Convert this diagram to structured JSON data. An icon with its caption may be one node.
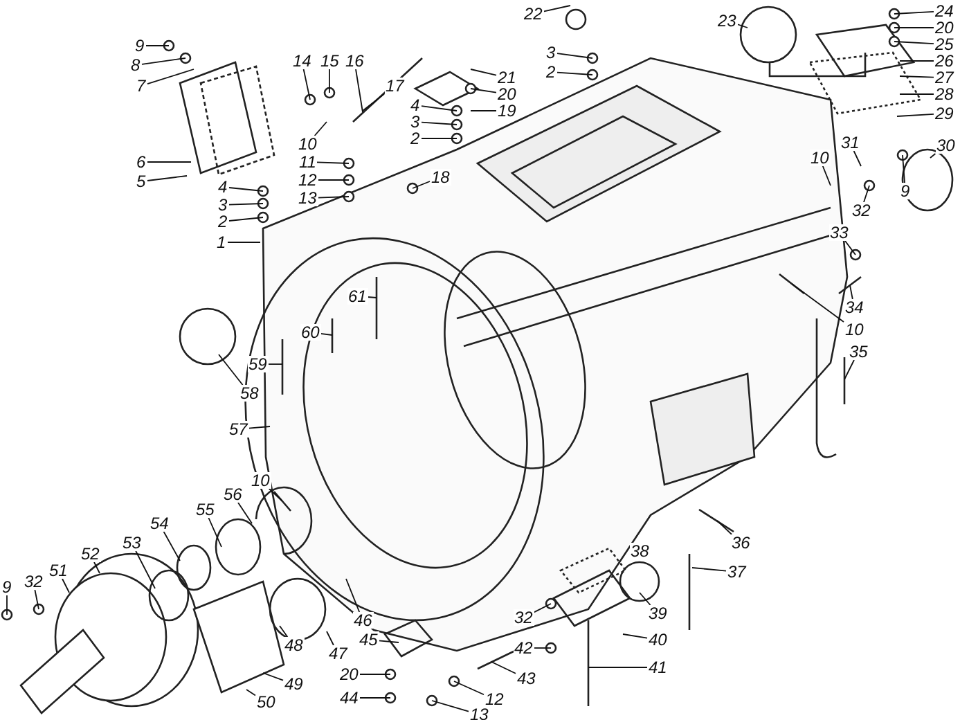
{
  "diagram": {
    "nodes": [
      {
        "text": [
          "9"
        ]
      },
      {
        "text": [
          "8"
        ]
      },
      {
        "text": [
          "7"
        ]
      },
      {
        "text": [
          "6"
        ]
      },
      {
        "text": [
          "5"
        ]
      },
      {
        "text": [
          "14"
        ]
      },
      {
        "text": [
          "15"
        ]
      },
      {
        "text": [
          "16"
        ]
      },
      {
        "text": [
          "10"
        ]
      },
      {
        "text": [
          "11"
        ]
      },
      {
        "text": [
          "12"
        ]
      },
      {
        "text": [
          "13"
        ]
      },
      {
        "text": [
          "4"
        ]
      },
      {
        "text": [
          "3"
        ]
      },
      {
        "text": [
          "2"
        ]
      },
      {
        "text": [
          "1"
        ]
      },
      {
        "text": [
          "17"
        ]
      },
      {
        "text": [
          "4"
        ]
      },
      {
        "text": [
          "3"
        ]
      },
      {
        "text": [
          "2"
        ]
      },
      {
        "text": [
          "18"
        ]
      },
      {
        "text": [
          "22"
        ]
      },
      {
        "text": [
          "3"
        ]
      },
      {
        "text": [
          "2"
        ]
      },
      {
        "text": [
          "21"
        ]
      },
      {
        "text": [
          "20"
        ]
      },
      {
        "text": [
          "19"
        ]
      },
      {
        "text": [
          "23"
        ]
      },
      {
        "text": [
          "24"
        ]
      },
      {
        "text": [
          "20"
        ]
      },
      {
        "text": [
          "25"
        ]
      },
      {
        "text": [
          "26"
        ]
      },
      {
        "text": [
          "27"
        ]
      },
      {
        "text": [
          "28"
        ]
      },
      {
        "text": [
          "29"
        ]
      },
      {
        "text": [
          "31"
        ]
      },
      {
        "text": [
          "10"
        ]
      },
      {
        "text": [
          "9"
        ]
      },
      {
        "text": [
          "32"
        ]
      },
      {
        "text": [
          "30"
        ]
      },
      {
        "text": [
          "33"
        ]
      },
      {
        "text": [
          "34"
        ]
      },
      {
        "text": [
          "10"
        ]
      },
      {
        "text": [
          "35"
        ]
      },
      {
        "text": [
          "58"
        ]
      },
      {
        "text": [
          "59"
        ]
      },
      {
        "text": [
          "60"
        ]
      },
      {
        "text": [
          "61"
        ]
      },
      {
        "text": [
          "57"
        ]
      },
      {
        "text": [
          "10"
        ]
      },
      {
        "text": [
          "56"
        ]
      },
      {
        "text": [
          "55"
        ]
      },
      {
        "text": [
          "54"
        ]
      },
      {
        "text": [
          "53"
        ]
      },
      {
        "text": [
          "52"
        ]
      },
      {
        "text": [
          "51"
        ]
      },
      {
        "text": [
          "32"
        ]
      },
      {
        "text": [
          "9"
        ]
      },
      {
        "text": [
          "50"
        ]
      },
      {
        "text": [
          "49"
        ]
      },
      {
        "text": [
          "48"
        ]
      },
      {
        "text": [
          "47"
        ]
      },
      {
        "text": [
          "46"
        ]
      },
      {
        "text": [
          "45"
        ]
      },
      {
        "text": [
          "20"
        ]
      },
      {
        "text": [
          "44"
        ]
      },
      {
        "text": [
          "13"
        ]
      },
      {
        "text": [
          "12"
        ]
      },
      {
        "text": [
          "43"
        ]
      },
      {
        "text": [
          "32"
        ]
      },
      {
        "text": [
          "42"
        ]
      },
      {
        "text": [
          "41"
        ]
      },
      {
        "text": [
          "40"
        ]
      },
      {
        "text": [
          "39"
        ]
      },
      {
        "text": [
          "38"
        ]
      },
      {
        "text": [
          "37"
        ]
      },
      {
        "text": [
          "36"
        ]
      }
    ],
    "edges": [
      {
        "from": 0,
        "to": null,
        "arrow": "none"
      },
      {
        "from": 1,
        "to": null,
        "arrow": "none"
      },
      {
        "from": 2,
        "to": null,
        "arrow": "none"
      },
      {
        "from": 3,
        "to": null,
        "arrow": "none"
      },
      {
        "from": 4,
        "to": null,
        "arrow": "none"
      },
      {
        "from": 5,
        "to": null,
        "arrow": "none"
      },
      {
        "from": 6,
        "to": null,
        "arrow": "none"
      },
      {
        "from": 7,
        "to": null,
        "arrow": "none"
      },
      {
        "from": 8,
        "to": null,
        "arrow": "none"
      },
      {
        "from": 9,
        "to": null,
        "arrow": "none"
      },
      {
        "from": 10,
        "to": null,
        "arrow": "none"
      },
      {
        "from": 11,
        "to": null,
        "arrow": "none"
      },
      {
        "from": 12,
        "to": null,
        "arrow": "none"
      },
      {
        "from": 13,
        "to": null,
        "arrow": "none"
      },
      {
        "from": 14,
        "to": null,
        "arrow": "none"
      },
      {
        "from": 15,
        "to": null,
        "arrow": "none"
      },
      {
        "from": 16,
        "to": null,
        "arrow": "none"
      },
      {
        "from": 17,
        "to": null,
        "arrow": "none"
      },
      {
        "from": 18,
        "to": null,
        "arrow": "none"
      },
      {
        "from": 19,
        "to": null,
        "arrow": "none"
      },
      {
        "from": 20,
        "to": null,
        "arrow": "none"
      },
      {
        "from": 21,
        "to": null,
        "arrow": "none"
      },
      {
        "from": 22,
        "to": null,
        "arrow": "none"
      },
      {
        "from": 23,
        "to": null,
        "arrow": "none"
      },
      {
        "from": 24,
        "to": null,
        "arrow": "none"
      },
      {
        "from": 25,
        "to": null,
        "arrow": "none"
      },
      {
        "from": 26,
        "to": null,
        "arrow": "none"
      },
      {
        "from": 27,
        "to": null,
        "arrow": "none"
      },
      {
        "from": 28,
        "to": null,
        "arrow": "none"
      },
      {
        "from": 29,
        "to": null,
        "arrow": "none"
      },
      {
        "from": 30,
        "to": null,
        "arrow": "none"
      },
      {
        "from": 31,
        "to": null,
        "arrow": "none"
      },
      {
        "from": 32,
        "to": null,
        "arrow": "none"
      },
      {
        "from": 33,
        "to": null,
        "arrow": "none"
      },
      {
        "from": 34,
        "to": null,
        "arrow": "none"
      },
      {
        "from": 35,
        "to": null,
        "arrow": "none"
      },
      {
        "from": 36,
        "to": null,
        "arrow": "none"
      },
      {
        "from": 37,
        "to": null,
        "arrow": "none"
      },
      {
        "from": 38,
        "to": null,
        "arrow": "none"
      },
      {
        "from": 39,
        "to": null,
        "arrow": "none"
      },
      {
        "from": 40,
        "to": null,
        "arrow": "none"
      },
      {
        "from": 41,
        "to": null,
        "arrow": "none"
      },
      {
        "from": 42,
        "to": null,
        "arrow": "none"
      },
      {
        "from": 43,
        "to": null,
        "arrow": "none"
      },
      {
        "from": 44,
        "to": null,
        "arrow": "none"
      },
      {
        "from": 45,
        "to": null,
        "arrow": "none"
      },
      {
        "from": 46,
        "to": null,
        "arrow": "none"
      },
      {
        "from": 47,
        "to": null,
        "arrow": "none"
      },
      {
        "from": 48,
        "to": null,
        "arrow": "none"
      },
      {
        "from": 49,
        "to": null,
        "arrow": "none"
      },
      {
        "from": 50,
        "to": null,
        "arrow": "none"
      },
      {
        "from": 51,
        "to": null,
        "arrow": "none"
      },
      {
        "from": 52,
        "to": null,
        "arrow": "none"
      },
      {
        "from": 53,
        "to": null,
        "arrow": "none"
      },
      {
        "from": 54,
        "to": null,
        "arrow": "none"
      },
      {
        "from": 55,
        "to": null,
        "arrow": "none"
      },
      {
        "from": 56,
        "to": null,
        "arrow": "none"
      },
      {
        "from": 57,
        "to": null,
        "arrow": "none"
      },
      {
        "from": 58,
        "to": null,
        "arrow": "none"
      },
      {
        "from": 59,
        "to": null,
        "arrow": "none"
      },
      {
        "from": 60,
        "to": null,
        "arrow": "none"
      },
      {
        "from": 61,
        "to": null,
        "arrow": "none"
      },
      {
        "from": 62,
        "to": null,
        "arrow": "none"
      },
      {
        "from": 63,
        "to": null,
        "arrow": "none"
      },
      {
        "from": 64,
        "to": null,
        "arrow": "none"
      },
      {
        "from": 65,
        "to": null,
        "arrow": "none"
      },
      {
        "from": 66,
        "to": null,
        "arrow": "none"
      },
      {
        "from": 67,
        "to": null,
        "arrow": "none"
      },
      {
        "from": 68,
        "to": null,
        "arrow": "none"
      },
      {
        "from": 69,
        "to": null,
        "arrow": "none"
      },
      {
        "from": 70,
        "to": null,
        "arrow": "none"
      },
      {
        "from": 71,
        "to": null,
        "arrow": "none"
      },
      {
        "from": 72,
        "to": null,
        "arrow": "none"
      },
      {
        "from": 73,
        "to": null,
        "arrow": "none"
      },
      {
        "from": 75,
        "to": null,
        "arrow": "none"
      },
      {
        "from": 76,
        "to": null,
        "arrow": "none"
      }
    ]
  }
}
